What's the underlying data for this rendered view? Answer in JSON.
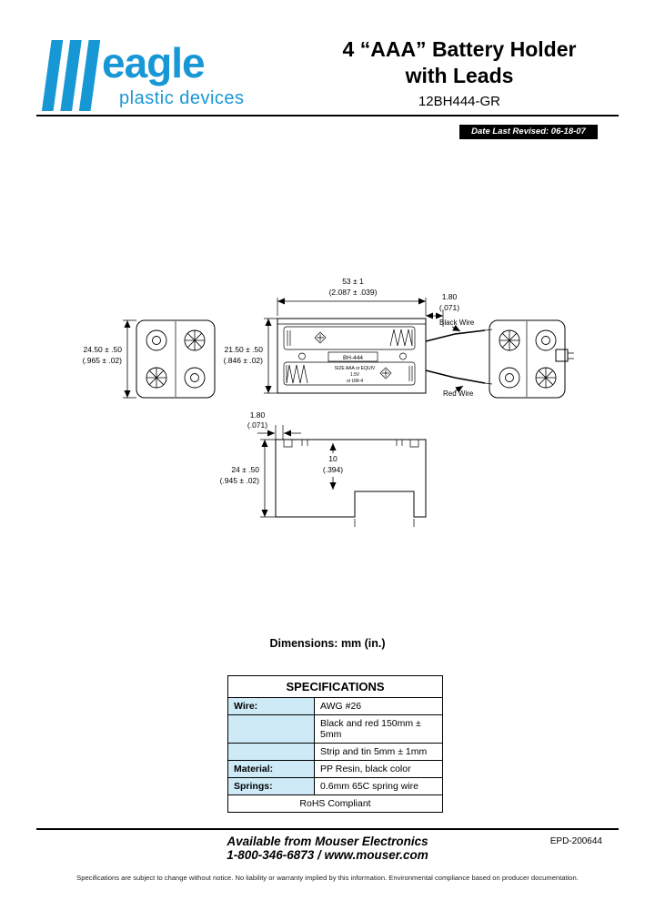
{
  "colors": {
    "brand_blue": "#1897d5",
    "badge_bg": "#000000",
    "table_label_bg": "#cdeaf6"
  },
  "header": {
    "logo_name": "eagle",
    "logo_tagline": "plastic devices",
    "title_line1": "4 “AAA” Battery Holder",
    "title_line2": "with Leads",
    "part_number": "12BH444-GR",
    "date_badge": "Date Last Revised:  06-18-07"
  },
  "drawing": {
    "dim_width_mm": "53 ± 1",
    "dim_width_in": "(2.087 ± .039)",
    "dim_lead_mm": "1.80",
    "dim_lead_in": "(.071)",
    "dim_left_height_mm": "24.50 ± .50",
    "dim_left_height_in": "(.965 ± .02)",
    "dim_front_height_mm": "21.50 ± .50",
    "dim_front_height_in": "(.846 ± .02)",
    "dim_bottom_tab_mm": "1.80",
    "dim_bottom_tab_in": "(.071)",
    "dim_bottom_height_mm": "24 ± .50",
    "dim_bottom_height_in": "(.945 ± .02)",
    "dim_notch_mm": "10",
    "dim_notch_in": "(.394)",
    "label_black_wire": "Black Wire",
    "label_red_wire": "Red Wire",
    "label_model": "BH-444",
    "label_size": "SIZE AAA or EQUIV",
    "label_voltage": "1.5V",
    "label_um": "or UM-4",
    "note": "Dimensions: mm (in.)"
  },
  "specs": {
    "title": "SPECIFICATIONS",
    "rows": [
      {
        "label": "Wire:",
        "value": "AWG #26"
      },
      {
        "label": "",
        "value": "Black and red 150mm ± 5mm"
      },
      {
        "label": "",
        "value": "Strip and tin 5mm ± 1mm"
      },
      {
        "label": "Material:",
        "value": "PP Resin, black color"
      },
      {
        "label": "Springs:",
        "value": "0.6mm 65C spring wire"
      }
    ],
    "footer": "RoHS Compliant"
  },
  "footer": {
    "line1": "Available from Mouser Electronics",
    "line2": "1-800-346-6873 / www.mouser.com",
    "doc_number": "EPD-200644",
    "legal": "Specifications are subject to change without notice.   No liability or warranty implied by this information.   Environmental compliance based on producer documentation."
  }
}
